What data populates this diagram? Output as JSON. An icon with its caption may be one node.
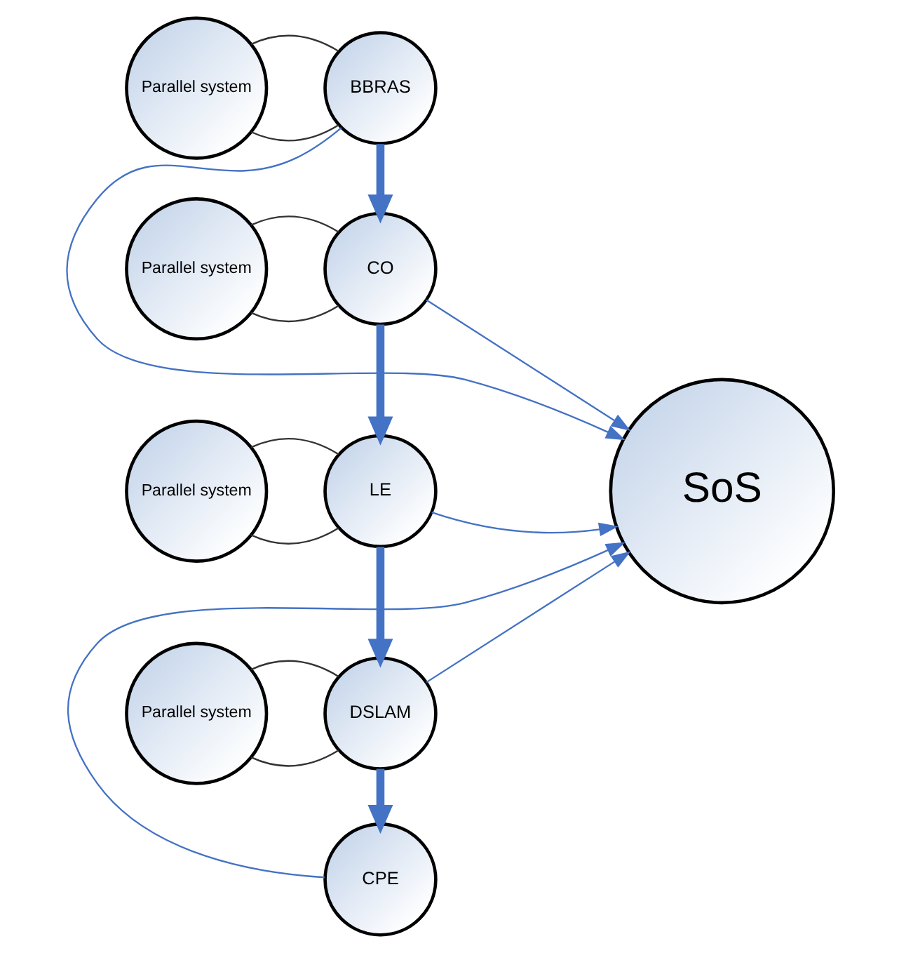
{
  "diagram": {
    "nodes": [
      {
        "text": [
          "Parallel system"
        ]
      },
      {
        "text": [
          "BBRAS"
        ]
      },
      {
        "text": [
          "Parallel system"
        ]
      },
      {
        "text": [
          "CO"
        ]
      },
      {
        "text": [
          "Parallel system"
        ]
      },
      {
        "text": [
          "LE"
        ]
      },
      {
        "text": [
          "Parallel system"
        ]
      },
      {
        "text": [
          "DSLAM"
        ]
      },
      {
        "text": [
          "CPE"
        ]
      },
      {
        "text": [
          "SoS"
        ]
      }
    ],
    "edges": [
      {
        "from": 0,
        "to": 1,
        "arrow": "none",
        "color": "#333333"
      },
      {
        "from": 0,
        "to": 1,
        "arrow": "none",
        "color": "#333333"
      },
      {
        "from": 2,
        "to": 3,
        "arrow": "none",
        "color": "#333333"
      },
      {
        "from": 2,
        "to": 3,
        "arrow": "none",
        "color": "#333333"
      },
      {
        "from": 4,
        "to": 5,
        "arrow": "none",
        "color": "#333333"
      },
      {
        "from": 4,
        "to": 5,
        "arrow": "none",
        "color": "#333333"
      },
      {
        "from": 6,
        "to": 7,
        "arrow": "none",
        "color": "#333333"
      },
      {
        "from": 6,
        "to": 7,
        "arrow": "none",
        "color": "#333333"
      },
      {
        "from": 1,
        "to": 3,
        "arrow": "to",
        "style": "thick"
      },
      {
        "from": 3,
        "to": 5,
        "arrow": "to",
        "style": "thick"
      },
      {
        "from": 5,
        "to": 7,
        "arrow": "to",
        "style": "thick"
      },
      {
        "from": 7,
        "to": 8,
        "arrow": "to",
        "style": "thick"
      },
      {
        "from": 1,
        "to": 9,
        "arrow": "to"
      },
      {
        "from": 3,
        "to": 9,
        "arrow": "to"
      },
      {
        "from": 5,
        "to": 9,
        "arrow": "to"
      },
      {
        "from": 7,
        "to": 9,
        "arrow": "to"
      },
      {
        "from": 8,
        "to": 9,
        "arrow": "to"
      }
    ]
  }
}
